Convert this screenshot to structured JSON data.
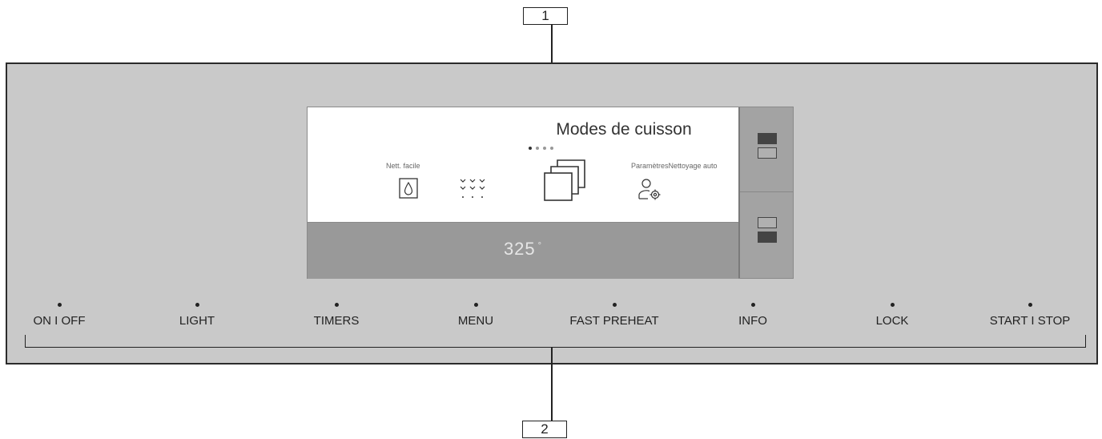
{
  "callouts": {
    "top": "1",
    "bottom": "2"
  },
  "display": {
    "title": "Modes de cuisson",
    "page_dots": 4,
    "active_dot": 0,
    "menu_items": [
      {
        "label": "Nett. facile",
        "icon": "water-drop-icon"
      },
      {
        "label": "",
        "icon": "chevron-grid-icon"
      },
      {
        "label": "",
        "icon": "stacked-squares-icon"
      },
      {
        "label": "ParamètresNettoyage auto",
        "icon": "user-settings-icon"
      }
    ],
    "temperature": "325",
    "temperature_unit": "°"
  },
  "keys": [
    {
      "label": "ON I OFF"
    },
    {
      "label": "LIGHT"
    },
    {
      "label": "TIMERS"
    },
    {
      "label": "MENU"
    },
    {
      "label": "FAST PREHEAT"
    },
    {
      "label": "INFO"
    },
    {
      "label": "LOCK"
    },
    {
      "label": "START I STOP"
    }
  ],
  "colors": {
    "panel": "#c9c9c9",
    "screen_top": "#ffffff",
    "screen_bottom": "#999999",
    "outline": "#2b2b2b"
  }
}
